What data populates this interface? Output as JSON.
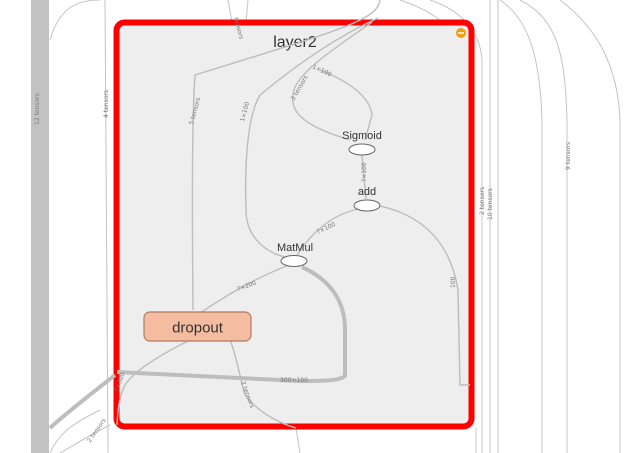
{
  "graph": {
    "group": {
      "title": "layer2",
      "outline_color": "#ff0000",
      "fill_color": "#eeeeee"
    },
    "nodes": {
      "sigmoid": "Sigmoid",
      "add": "add",
      "matmul": "MatMul",
      "dropout": "dropout"
    },
    "dropout_color": "#f4bca1",
    "edge_labels": {
      "left_bus": "12 tensors",
      "top_left": "4 tensors",
      "five_tensors": "5 tensors",
      "b1x100": "1×100",
      "top_center": "3 tensors",
      "sigmoid_in": "1×100",
      "sigmoid_add": "?×100",
      "add_matmul": "?×100",
      "matmul_dropout": "?×200",
      "weights": "300×100",
      "right_100": "100",
      "bottom_center": "2 tensors",
      "bottom_left": "?×300",
      "bottom_left2": "2 tensors",
      "right_2t": "2 tensors",
      "right_10t": "10 tensors",
      "far_right": "9 tensors",
      "top_diag": "tensors"
    }
  }
}
